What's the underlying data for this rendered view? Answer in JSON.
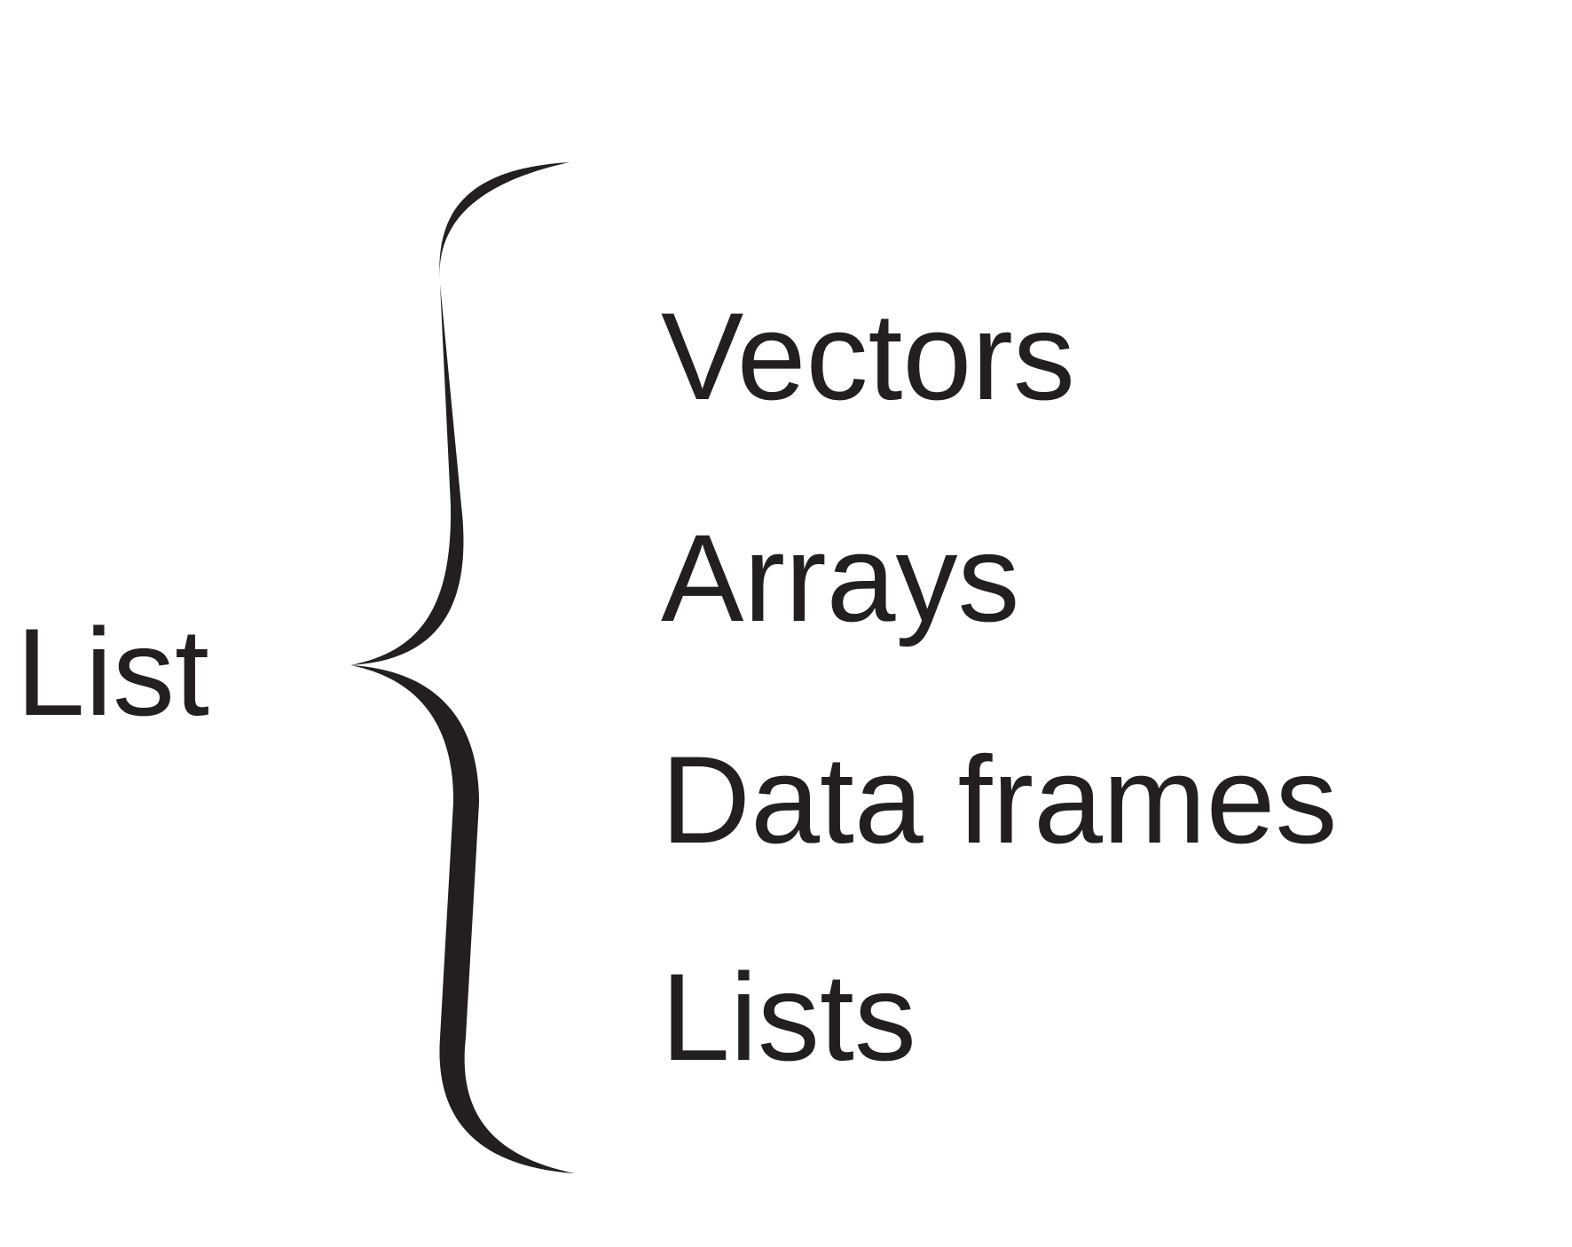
{
  "diagram": {
    "root": "List",
    "items": [
      "Vectors",
      "Arrays",
      "Data frames",
      "Lists"
    ],
    "ink_color": "#231f20",
    "background_color": "#ffffff"
  }
}
